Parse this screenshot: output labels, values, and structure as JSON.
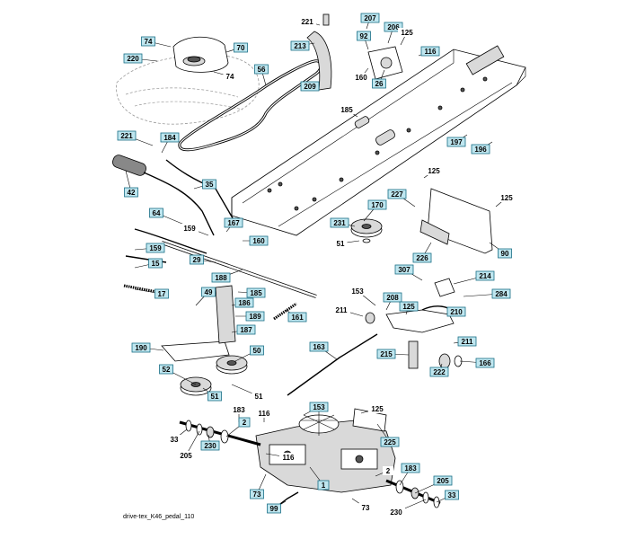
{
  "caption": "drive-tex_K46_pedal_110",
  "callouts": [
    {
      "label": "74",
      "boxed": true
    },
    {
      "label": "70",
      "boxed": true
    },
    {
      "label": "220",
      "boxed": true
    },
    {
      "label": "74",
      "boxed": false
    },
    {
      "label": "56",
      "boxed": true
    },
    {
      "label": "221",
      "boxed": false
    },
    {
      "label": "213",
      "boxed": true
    },
    {
      "label": "207",
      "boxed": true
    },
    {
      "label": "92",
      "boxed": true
    },
    {
      "label": "206",
      "boxed": true
    },
    {
      "label": "125",
      "boxed": false
    },
    {
      "label": "116",
      "boxed": true
    },
    {
      "label": "160",
      "boxed": false
    },
    {
      "label": "26",
      "boxed": true
    },
    {
      "label": "209",
      "boxed": true
    },
    {
      "label": "185",
      "boxed": false
    },
    {
      "label": "221",
      "boxed": true
    },
    {
      "label": "184",
      "boxed": true
    },
    {
      "label": "197",
      "boxed": true
    },
    {
      "label": "196",
      "boxed": true
    },
    {
      "label": "42",
      "boxed": true
    },
    {
      "label": "35",
      "boxed": true
    },
    {
      "label": "125",
      "boxed": false
    },
    {
      "label": "227",
      "boxed": true
    },
    {
      "label": "125",
      "boxed": false
    },
    {
      "label": "64",
      "boxed": true
    },
    {
      "label": "170",
      "boxed": true
    },
    {
      "label": "167",
      "boxed": true
    },
    {
      "label": "159",
      "boxed": false
    },
    {
      "label": "160",
      "boxed": true
    },
    {
      "label": "231",
      "boxed": true
    },
    {
      "label": "51",
      "boxed": false
    },
    {
      "label": "90",
      "boxed": true
    },
    {
      "label": "159",
      "boxed": true
    },
    {
      "label": "29",
      "boxed": true
    },
    {
      "label": "226",
      "boxed": true
    },
    {
      "label": "15",
      "boxed": true
    },
    {
      "label": "188",
      "boxed": true
    },
    {
      "label": "307",
      "boxed": true
    },
    {
      "label": "214",
      "boxed": true
    },
    {
      "label": "17",
      "boxed": true
    },
    {
      "label": "49",
      "boxed": true
    },
    {
      "label": "185",
      "boxed": true
    },
    {
      "label": "153",
      "boxed": false
    },
    {
      "label": "208",
      "boxed": true
    },
    {
      "label": "284",
      "boxed": true
    },
    {
      "label": "186",
      "boxed": true
    },
    {
      "label": "125",
      "boxed": true
    },
    {
      "label": "211",
      "boxed": false
    },
    {
      "label": "210",
      "boxed": true
    },
    {
      "label": "189",
      "boxed": true
    },
    {
      "label": "161",
      "boxed": true
    },
    {
      "label": "187",
      "boxed": true
    },
    {
      "label": "190",
      "boxed": true
    },
    {
      "label": "163",
      "boxed": true
    },
    {
      "label": "211",
      "boxed": true
    },
    {
      "label": "50",
      "boxed": true
    },
    {
      "label": "215",
      "boxed": true
    },
    {
      "label": "52",
      "boxed": true
    },
    {
      "label": "222",
      "boxed": true
    },
    {
      "label": "166",
      "boxed": true
    },
    {
      "label": "51",
      "boxed": true
    },
    {
      "label": "51",
      "boxed": false
    },
    {
      "label": "153",
      "boxed": true
    },
    {
      "label": "125",
      "boxed": false
    },
    {
      "label": "183",
      "boxed": false
    },
    {
      "label": "116",
      "boxed": false
    },
    {
      "label": "2",
      "boxed": true
    },
    {
      "label": "33",
      "boxed": false
    },
    {
      "label": "225",
      "boxed": true
    },
    {
      "label": "230",
      "boxed": true
    },
    {
      "label": "205",
      "boxed": false
    },
    {
      "label": "116",
      "boxed": false
    },
    {
      "label": "183",
      "boxed": true
    },
    {
      "label": "2",
      "boxed": false
    },
    {
      "label": "1",
      "boxed": true
    },
    {
      "label": "205",
      "boxed": true
    },
    {
      "label": "73",
      "boxed": true
    },
    {
      "label": "33",
      "boxed": true
    },
    {
      "label": "99",
      "boxed": true
    },
    {
      "label": "73",
      "boxed": false
    },
    {
      "label": "230",
      "boxed": false
    }
  ]
}
